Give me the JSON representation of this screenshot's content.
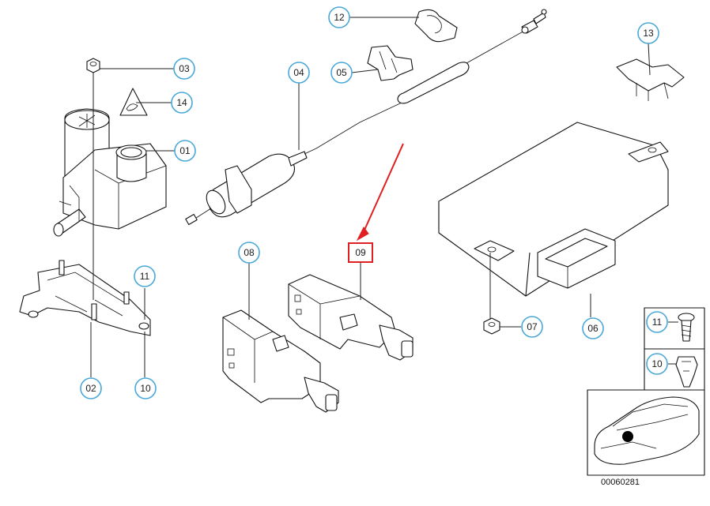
{
  "diagram": {
    "reference_number": "00060281",
    "highlighted_part": "09",
    "callouts": {
      "c01": "01",
      "c02": "02",
      "c03": "03",
      "c04": "04",
      "c05": "05",
      "c06": "06",
      "c07": "07",
      "c08": "08",
      "c09": "09",
      "c10a": "10",
      "c10b": "10",
      "c11a": "11",
      "c11b": "11",
      "c12": "12",
      "c13": "13",
      "c14": "14"
    },
    "colors": {
      "callout_ring": "#4aa8d8",
      "highlight": "#e02020",
      "line": "#111111"
    }
  }
}
